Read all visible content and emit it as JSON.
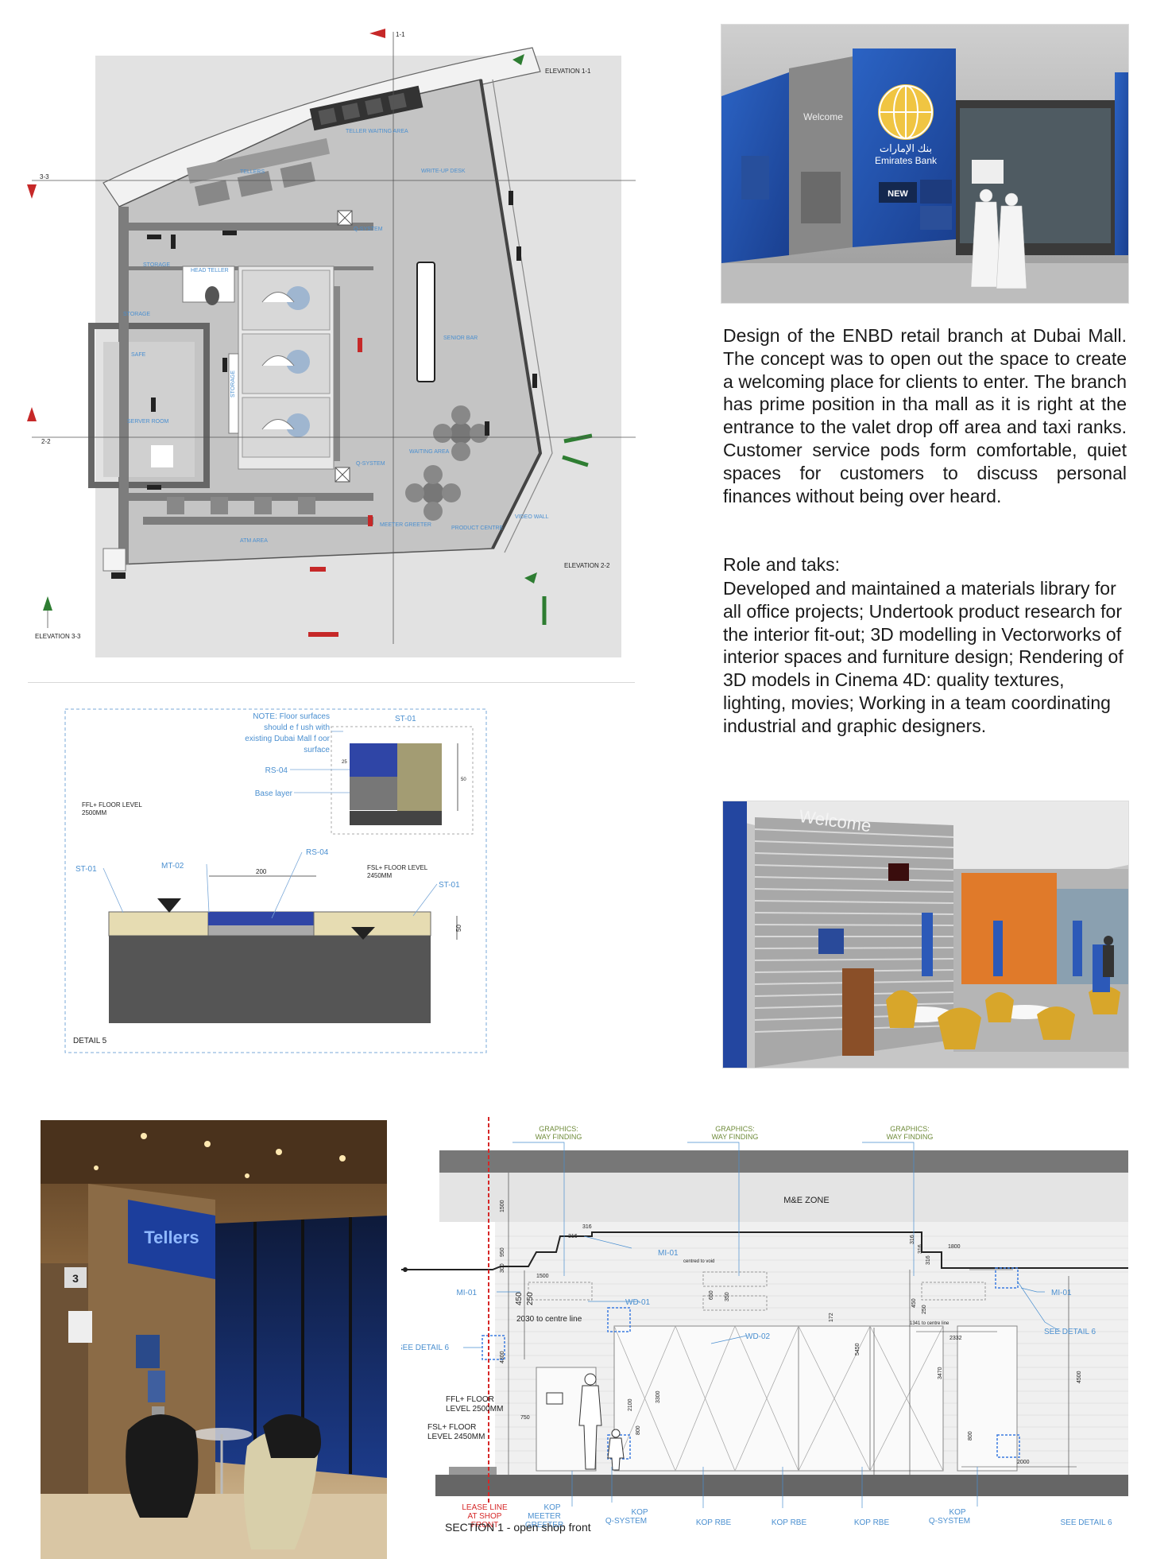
{
  "description": {
    "paragraph": "Design of the ENBD retail branch at Dubai Mall. The concept was to open out the space to create a welcoming place for clients to enter. The branch has prime position in tha mall as it is right at the entrance to the valet drop off area and taxi ranks. Customer service pods form comfortable, quiet spaces for customers to discuss personal finances without being over heard.",
    "role_heading": "Role and taks:",
    "role_text": "Developed and maintained a materials library for all office projects; Undertook product research for the interior fit-out; 3D modelling in Vectorworks of interior spaces and furniture design; Rendering of 3D models in Cinema 4D: quality textures, lighting, movies; Working in a team coordinating industrial and graphic designers."
  },
  "floor_plan": {
    "section_markers": [
      "1-1",
      "3-3",
      "2-2"
    ],
    "elevations": [
      "ELEVATION 1-1",
      "ELEVATION 2-2",
      "ELEVATION 3-3"
    ],
    "rooms": [
      "TELLER WAITING AREA",
      "TELLERS",
      "WRITE-UP DESK",
      "Q-SYSTEM",
      "STORAGE",
      "HEAD TELLER",
      "STORAGE",
      "SAFE",
      "SERVER ROOM",
      "STORAGE",
      "SENIOR BAR",
      "WAITING AREA",
      "Q-SYSTEM",
      "MEETER GREETER",
      "PRODUCT CENTRE",
      "VIDEO WALL",
      "ATM AREA"
    ]
  },
  "detail": {
    "note": [
      "NOTE: Floor surfaces",
      "should e f ush with",
      "existing Dubai Mall f oor",
      "surface"
    ],
    "labels": [
      "ST-01",
      "RS-04",
      "Base layer",
      "ST-01",
      "MT-02",
      "RS-04",
      "ST-01"
    ],
    "ffl": [
      "FFL+ FLOOR LEVEL",
      "2500MM"
    ],
    "fsl": [
      "FSL+ FLOOR LEVEL",
      "2450MM"
    ],
    "dims": [
      "200",
      "50",
      "25",
      "50"
    ],
    "title": "DETAIL 5"
  },
  "render_top": {
    "sign_arabic": "بنك الإمارات",
    "sign_brand": "Emirates Bank",
    "welcome": "Welcome",
    "new_label": "NEW"
  },
  "render_mid": {
    "welcome": "Welcome"
  },
  "photo_bottom": {
    "tellers": "Tellers",
    "number": "3"
  },
  "section": {
    "graphics": [
      "GRAPHICS:",
      "WAY FINDING"
    ],
    "me_zone": "M&E ZONE",
    "labels": [
      "MI-01",
      "MI-01",
      "MI-01",
      "WD-01",
      "WD-02",
      "SEE DETAIL 6",
      "SEE DETAIL 6",
      "SEE DETAIL 6"
    ],
    "centred": "centred to void",
    "centre_line_left": "2030 to centre line",
    "centre_line_right": "1341 to centre line",
    "dims": [
      "1500",
      "316",
      "316",
      "950",
      "300",
      "1500",
      "450",
      "250",
      "4300",
      "750",
      "2100",
      "3300",
      "800",
      "650",
      "350",
      "172",
      "5450",
      "316",
      "316",
      "316",
      "1800",
      "450",
      "250",
      "2332",
      "3470",
      "800",
      "4500",
      "2000"
    ],
    "ffl": [
      "FFL+ FLOOR",
      "LEVEL 2500MM"
    ],
    "fsl": [
      "FSL+ FLOOR",
      "LEVEL 2450MM"
    ],
    "lease": [
      "LEASE LINE",
      "AT SHOP",
      "FRONT"
    ],
    "bottom_labels": {
      "kop_meeter": [
        "KOP",
        "MEETER",
        "GREETER"
      ],
      "kop_q1": [
        "KOP",
        "Q-SYSTEM"
      ],
      "kop_rbe1": "KOP RBE",
      "kop_rbe2": "KOP RBE",
      "kop_rbe3": "KOP RBE",
      "kop_q2": [
        "KOP",
        "Q-SYSTEM"
      ],
      "see_detail": "SEE DETAIL 6"
    },
    "title": "SECTION  1 - open shop front"
  }
}
